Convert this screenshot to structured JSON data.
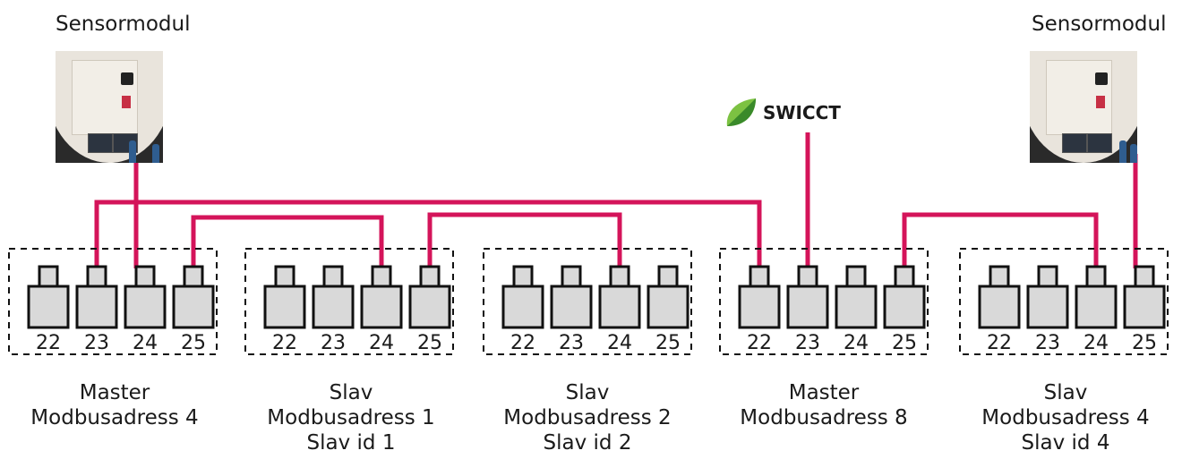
{
  "colors": {
    "wire": "#d4145a",
    "terminal_fill": "#d9d9d9",
    "terminal_stroke": "#111111",
    "leaf_light": "#7cc242",
    "leaf_dark": "#3a8a2a"
  },
  "sensors": [
    {
      "label": "Sensormodul"
    },
    {
      "label": "Sensormodul"
    }
  ],
  "swicct": {
    "label": "SWICCT",
    "icon": "leaf-icon"
  },
  "units": [
    {
      "terminals": [
        "22",
        "23",
        "24",
        "25"
      ],
      "lines": [
        "Master",
        "Modbusadress 4"
      ]
    },
    {
      "terminals": [
        "22",
        "23",
        "24",
        "25"
      ],
      "lines": [
        "Slav",
        "Modbusadress 1",
        "Slav id 1"
      ]
    },
    {
      "terminals": [
        "22",
        "23",
        "24",
        "25"
      ],
      "lines": [
        "Slav",
        "Modbusadress 2",
        "Slav id 2"
      ]
    },
    {
      "terminals": [
        "22",
        "23",
        "24",
        "25"
      ],
      "lines": [
        "Master",
        "Modbusadress 8"
      ]
    },
    {
      "terminals": [
        "22",
        "23",
        "24",
        "25"
      ],
      "lines": [
        "Slav",
        "Modbusadress 4",
        "Slav id 4"
      ]
    }
  ]
}
